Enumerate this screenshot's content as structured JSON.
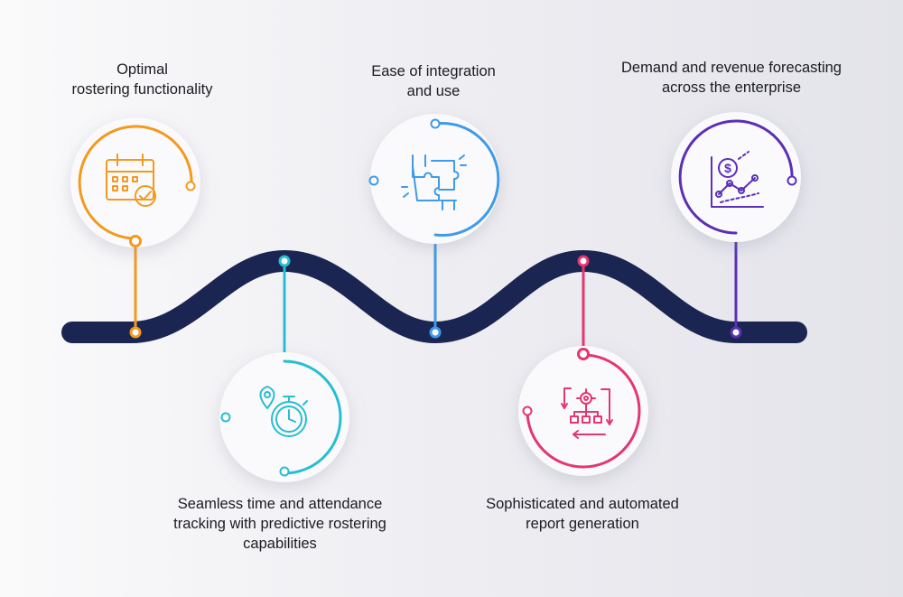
{
  "milestones": [
    {
      "label_lines": [
        "Optimal",
        "rostering functionality"
      ],
      "color": "#f39a1e",
      "icon": "calendar-check-icon"
    },
    {
      "label_lines": [
        "Seamless time and attendance",
        "tracking with predictive rostering",
        "capabilities"
      ],
      "color": "#27bdd3",
      "icon": "location-stopwatch-icon"
    },
    {
      "label_lines": [
        "Ease of integration",
        "and use"
      ],
      "color": "#3f9ae8",
      "icon": "puzzle-handshake-icon"
    },
    {
      "label_lines": [
        "Sophisticated and automated",
        "report generation"
      ],
      "color": "#e5366f",
      "icon": "gear-flowchart-icon"
    },
    {
      "label_lines": [
        "Demand and revenue forecasting",
        "across the enterprise"
      ],
      "color": "#5b2fb6",
      "icon": "dollar-trend-chart-icon"
    }
  ],
  "colors": {
    "path": "#1b2552",
    "circle_fill": "#fafafc"
  },
  "icon_glyphs": {
    "dollar": "$"
  }
}
